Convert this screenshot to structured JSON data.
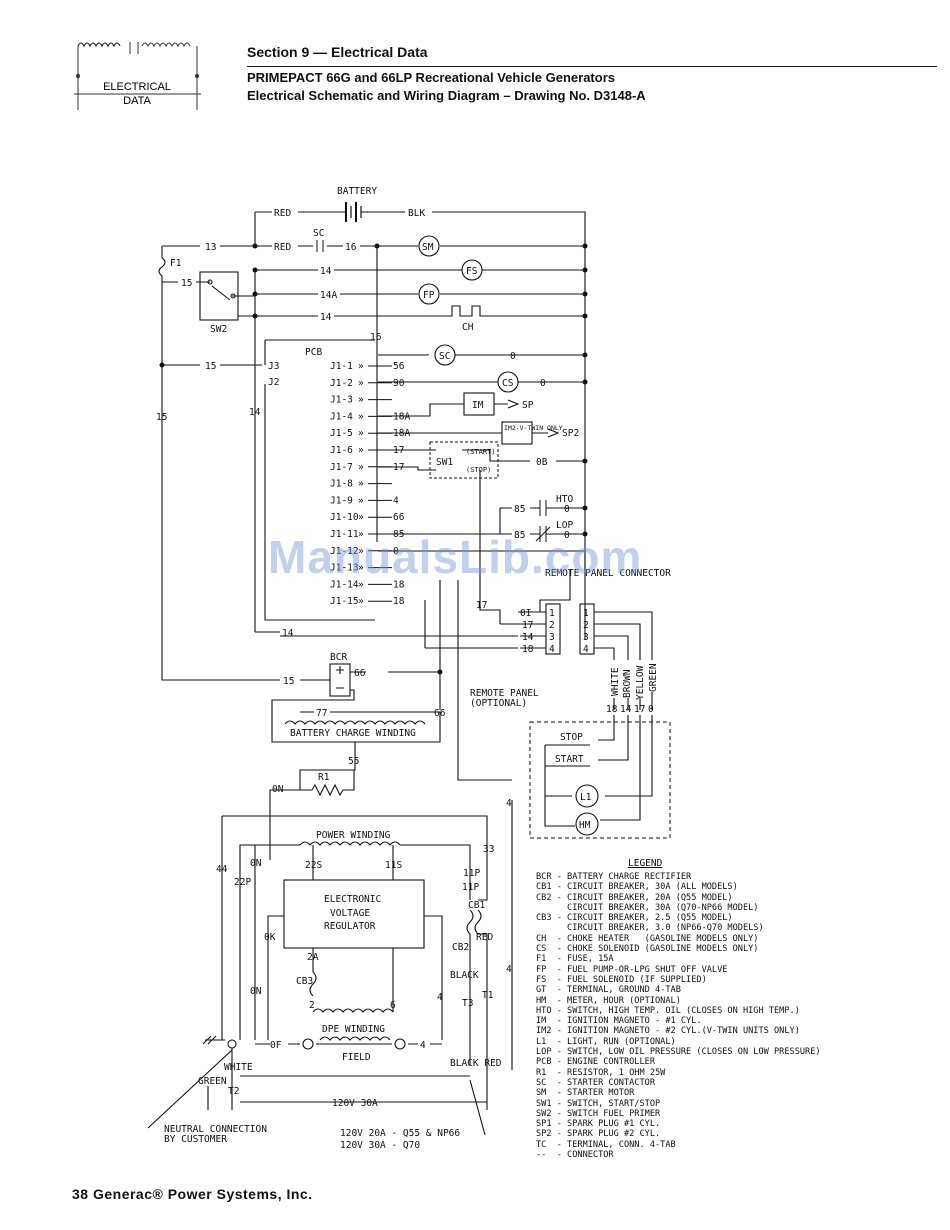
{
  "logo": {
    "line1": "ELECTRICAL",
    "line2": "DATA"
  },
  "header": {
    "section": "Section 9 — Electrical Data",
    "title_line1": "PRIMEPACT 66G and 66LP Recreational Vehicle Generators",
    "title_line2": "Electrical Schematic and Wiring Diagram – Drawing No. D3148-A"
  },
  "watermark": "ManualsLib.com",
  "footer": "38 Generac® Power Systems, Inc.",
  "diagram": {
    "battery": "BATTERY",
    "red": "RED",
    "blk": "BLK",
    "sc": "SC",
    "f1": "F1",
    "sw2": "SW2",
    "ch": "CH",
    "pcb": "PCB",
    "j3": "J3",
    "j2": "J2",
    "sm": "SM",
    "fs": "FS",
    "fp": "FP",
    "sc_coil": "SC",
    "cs": "CS",
    "im": "IM",
    "im2": "IM2-V-TWIN ONLY",
    "sp": "SP",
    "sp2": "SP2",
    "sw1": "SW1",
    "start_tag": "(START)",
    "stop_tag": "(STOP)",
    "hto": "HTO",
    "lop": "LOP",
    "remote_connector": "REMOTE PANEL CONNECTOR",
    "bcr": "BCR",
    "battery_charge_winding": "BATTERY CHARGE WINDING",
    "r1": "R1",
    "power_winding": "POWER WINDING",
    "evr": [
      "ELECTRONIC",
      "VOLTAGE",
      "REGULATOR"
    ],
    "cb1": "CB1",
    "cb2": "CB2",
    "cb3": "CB3",
    "dpe_winding": "DPE WINDING",
    "field": "FIELD",
    "remote_panel": [
      "REMOTE PANEL",
      "(OPTIONAL)"
    ],
    "stop": "STOP",
    "start": "START",
    "l1": "L1",
    "hm": "HM",
    "white": "WHITE",
    "brown": "BROWN",
    "yellow": "YELLOW",
    "green": "GREEN",
    "black": "BLACK",
    "red2": "RED",
    "white2": "WHITE",
    "green2": "GREEN",
    "t1": "T1",
    "t2": "T2",
    "t3": "T3",
    "black_red": "BLACK RED",
    "v120_30a": "120V 30A",
    "neutral": [
      "NEUTRAL CONNECTION",
      "BY CUSTOMER"
    ],
    "outputs": [
      "120V 20A - Q55 & NP66",
      "120V 30A - Q70"
    ],
    "j1_pins": [
      "J1-1",
      "J1-2",
      "J1-3",
      "J1-4",
      "J1-5",
      "J1-6",
      "J1-7",
      "J1-8",
      "J1-9",
      "J1-10",
      "J1-11",
      "J1-12",
      "J1-13",
      "J1-14",
      "J1-15"
    ],
    "j1_wires": [
      "56",
      "90",
      "",
      "18A",
      "18A",
      "17",
      "17",
      "",
      "4",
      "66",
      "85",
      "0",
      "",
      "18",
      "18"
    ],
    "wire_labels": {
      "w13": "13",
      "w15a": "15",
      "w15b": "15",
      "w15c": "15",
      "w15d": "15",
      "w14a": "14",
      "w14b": "14",
      "w14c": "14",
      "w14d": "14",
      "w14e": "14",
      "w14A": "14A",
      "w16a": "16",
      "w16b": "16",
      "w0a": "0",
      "w0b": "0",
      "w0c": "0",
      "w0d": "0",
      "w0e": "0",
      "w0B": "0B",
      "w85a": "85",
      "w85b": "85",
      "w77": "77",
      "w66a": "66",
      "w66b": "66",
      "w55": "55",
      "w56": "56",
      "w4a": "4",
      "w4b": "4",
      "w4c": "4",
      "w4d": "4",
      "w17a": "17",
      "w17b": "17",
      "w18": "18",
      "w18b": "18",
      "w0I": "0I",
      "won1": "0N",
      "won2": "0N",
      "won3": "0N",
      "w44": "44",
      "w22p": "22P",
      "w22s": "22S",
      "w11s": "11S",
      "w11p": "11P",
      "w11p2": "11P",
      "w33": "33",
      "w0k": "0K",
      "w2a": "2A",
      "w2": "2",
      "w6": "6",
      "w0f": "0F",
      "rp18": "18",
      "rp14": "14",
      "rp17": "17",
      "rp0": "0",
      "c1": "1",
      "c2": "2",
      "c3": "3",
      "c4": "4"
    }
  },
  "legend": {
    "title": "LEGEND",
    "entries": [
      "BCR - BATTERY CHARGE RECTIFIER",
      "CB1 - CIRCUIT BREAKER, 30A (ALL MODELS)",
      "CB2 - CIRCUIT BREAKER, 20A (Q55 MODEL)",
      "      CIRCUIT BREAKER, 30A (Q70-NP66 MODEL)",
      "CB3 - CIRCUIT BREAKER, 2.5 (Q55 MODEL)",
      "      CIRCUIT BREAKER, 3.0 (NP66-Q70 MODELS)",
      "CH  - CHOKE HEATER   (GASOLINE MODELS ONLY)",
      "CS  - CHOKE SOLENOID (GASOLINE MODELS ONLY)",
      "F1  - FUSE, 15A",
      "FP  - FUEL PUMP-OR-LPG SHUT OFF VALVE",
      "FS  - FUEL SOLENOID (IF SUPPLIED)",
      "GT  - TERMINAL, GROUND 4-TAB",
      "HM  - METER, HOUR (OPTIONAL)",
      "HTO - SWITCH, HIGH TEMP. OIL (CLOSES ON HIGH TEMP.)",
      "IM  - IGNITION MAGNETO - #1 CYL.",
      "IM2 - IGNITION MAGNETO - #2 CYL.(V-TWIN UNITS ONLY)",
      "L1  - LIGHT, RUN (OPTIONAL)",
      "LOP - SWITCH, LOW OIL PRESSURE (CLOSES ON LOW PRESSURE)",
      "PCB - ENGINE CONTROLLER",
      "R1  - RESISTOR, 1 OHM 25W",
      "SC  - STARTER CONTACTOR",
      "SM  - STARTER MOTOR",
      "SW1 - SWITCH, START/STOP",
      "SW2 - SWITCH FUEL PRIMER",
      "SP1 - SPARK PLUG #1 CYL.",
      "SP2 - SPARK PLUG #2 CYL.",
      "TC  - TERMINAL, CONN. 4-TAB",
      "--  - CONNECTOR"
    ]
  }
}
